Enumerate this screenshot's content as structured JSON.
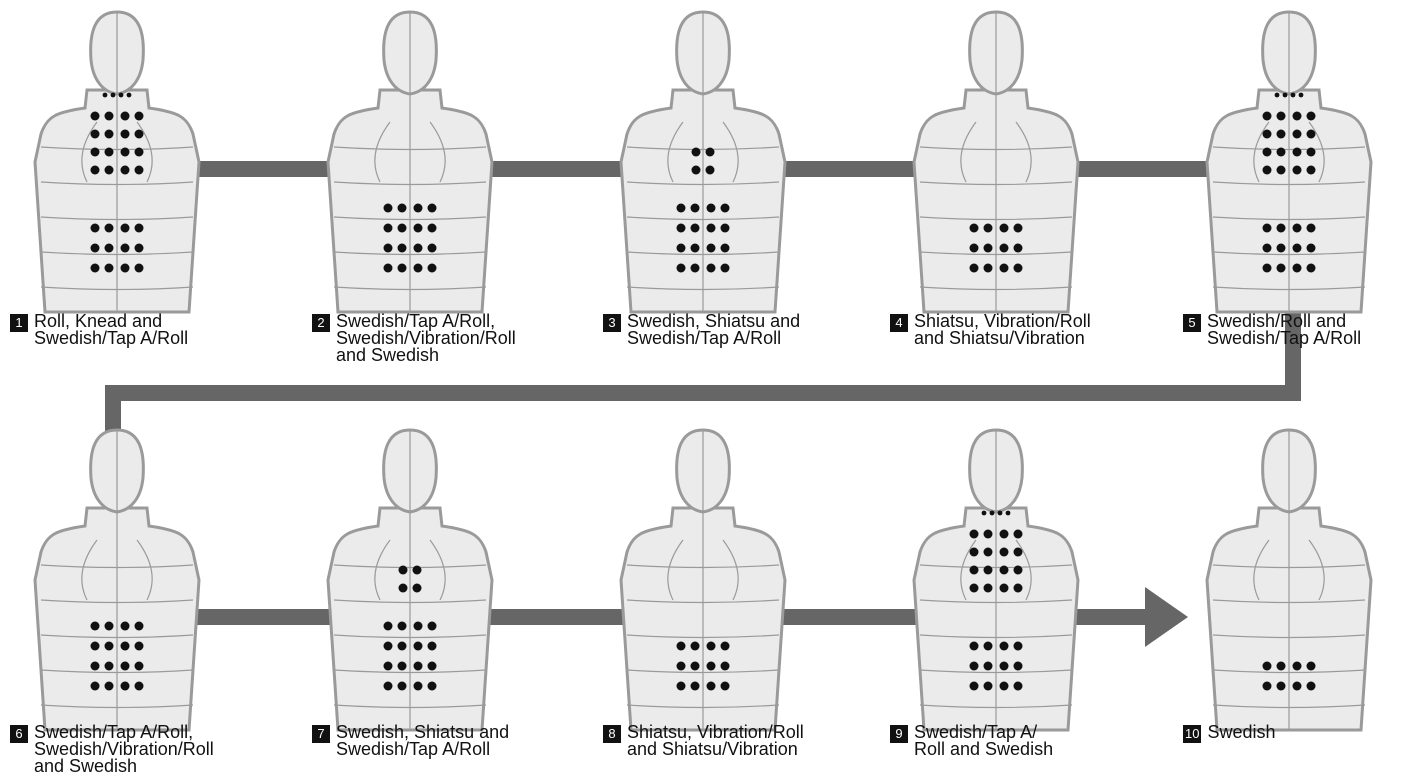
{
  "steps": [
    {
      "number": "1",
      "text": "Roll, Knead and\nSwedish/Tap A/Roll",
      "dots": {
        "neck": true,
        "upper": 4,
        "lower": 3
      }
    },
    {
      "number": "2",
      "text": "Swedish/Tap A/Roll,\nSwedish/Vibration/Roll\nand Swedish",
      "dots": {
        "neck": false,
        "upper": 0,
        "lower": 4
      }
    },
    {
      "number": "3",
      "text": "Swedish, Shiatsu and\nSwedish/Tap A/Roll",
      "dots": {
        "neck": false,
        "upper": 0,
        "lower": 4,
        "mid": true
      }
    },
    {
      "number": "4",
      "text": "Shiatsu, Vibration/Roll\nand Shiatsu/Vibration",
      "dots": {
        "neck": false,
        "upper": 0,
        "lower": 3
      }
    },
    {
      "number": "5",
      "text": "Swedish/Roll and\nSwedish/Tap A/Roll",
      "dots": {
        "neck": true,
        "upper": 4,
        "lower": 3
      }
    },
    {
      "number": "6",
      "text": "Swedish/Tap A/Roll,\nSwedish/Vibration/Roll\nand Swedish",
      "dots": {
        "neck": false,
        "upper": 0,
        "lower": 4
      }
    },
    {
      "number": "7",
      "text": "Swedish, Shiatsu and\nSwedish/Tap A/Roll",
      "dots": {
        "neck": false,
        "upper": 0,
        "lower": 4,
        "mid": true
      }
    },
    {
      "number": "8",
      "text": "Shiatsu, Vibration/Roll\nand Shiatsu/Vibration",
      "dots": {
        "neck": false,
        "upper": 0,
        "lower": 3
      }
    },
    {
      "number": "9",
      "text": "Swedish/Tap A/\nRoll and Swedish",
      "dots": {
        "neck": true,
        "upper": 4,
        "lower": 3
      }
    },
    {
      "number": "10",
      "text": "Swedish",
      "dots": {
        "neck": false,
        "upper": 0,
        "lower": 2
      }
    }
  ],
  "colors": {
    "connector": "#666666",
    "body_fill": "#ebebeb",
    "body_stroke": "#9a9a9a",
    "dot": "#111111"
  }
}
